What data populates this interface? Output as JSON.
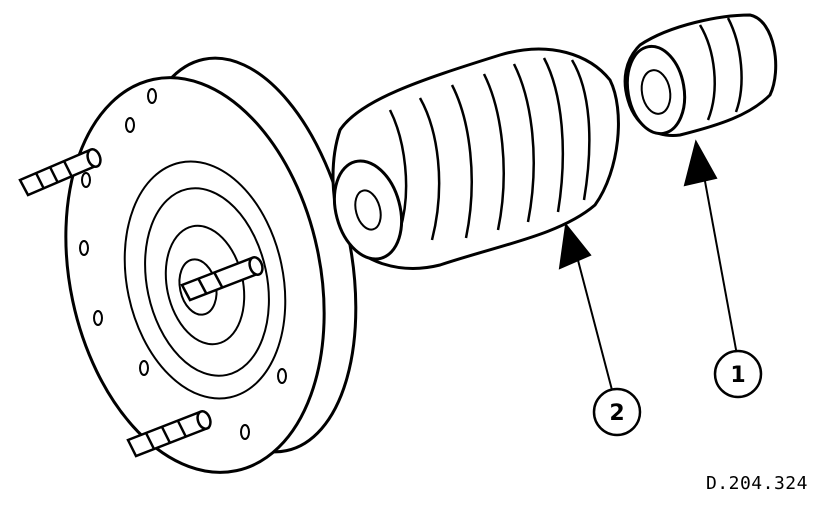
{
  "figure": {
    "reference_code": "D.204.324",
    "callouts": [
      {
        "number": "1",
        "part": "bump-stop-cap"
      },
      {
        "number": "2",
        "part": "bellows-dust-boot"
      }
    ],
    "colors": {
      "line": "#000000",
      "background": "#ffffff"
    }
  }
}
